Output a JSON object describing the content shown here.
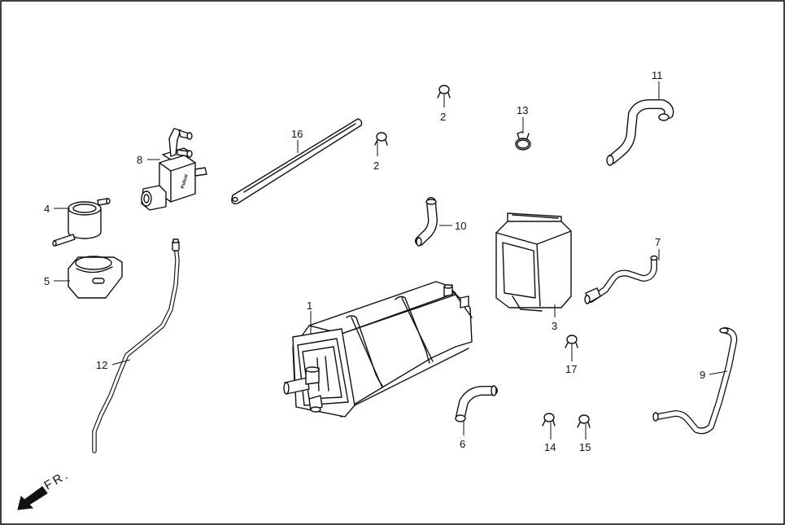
{
  "diagram": {
    "callouts": {
      "c1": "1",
      "c2a": "2",
      "c2b": "2",
      "c3": "3",
      "c4": "4",
      "c5": "5",
      "c6": "6",
      "c7": "7",
      "c8": "8",
      "c9": "9",
      "c10": "10",
      "c11": "11",
      "c12": "12",
      "c13": "13",
      "c14": "14",
      "c15": "15",
      "c16": "16",
      "c17": "17"
    },
    "direction_label": "FR.",
    "valve_brand": "Pulsar"
  },
  "colors": {
    "line": "#111111",
    "background": "#ffffff",
    "border": "#000000"
  }
}
